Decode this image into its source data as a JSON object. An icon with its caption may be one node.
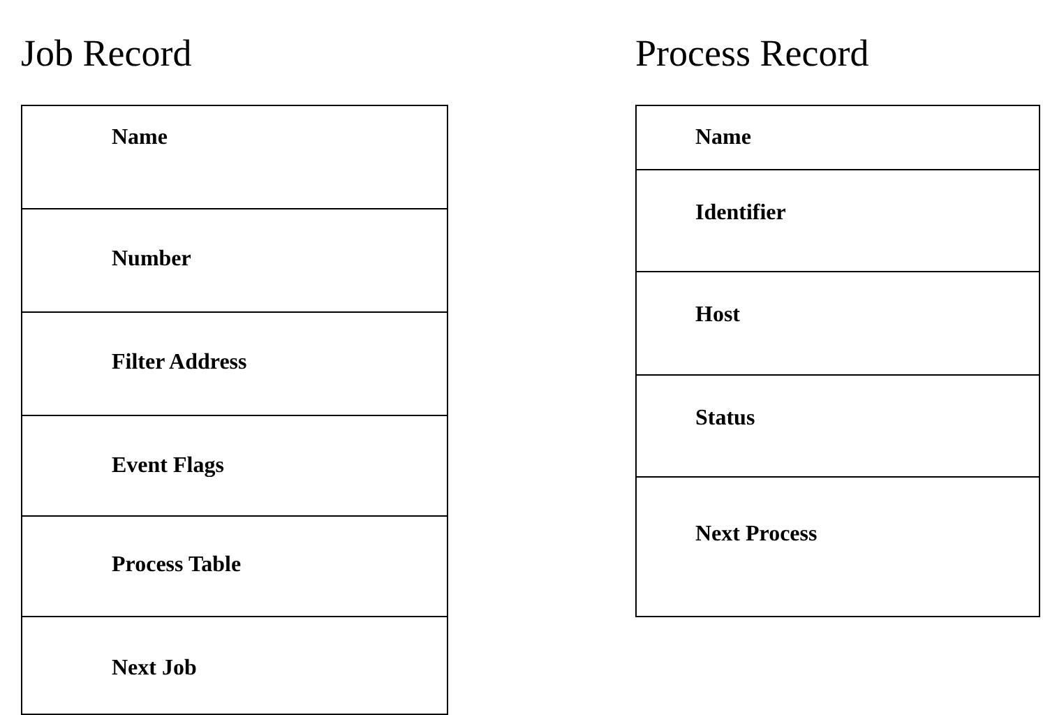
{
  "diagram": {
    "nodes": [
      {
        "text": [
          "Job Record"
        ]
      },
      {
        "text": [
          "Name"
        ],
        "in": 0
      },
      {
        "text": [
          "Number"
        ],
        "in": 0
      },
      {
        "text": [
          "Filter Address"
        ],
        "in": 0
      },
      {
        "text": [
          "Event Flags"
        ],
        "in": 0
      },
      {
        "text": [
          "Process Table"
        ],
        "in": 0
      },
      {
        "text": [
          "Next Job"
        ],
        "in": 0
      },
      {
        "text": [
          "Process Record"
        ]
      },
      {
        "text": [
          "Name"
        ],
        "in": 7
      },
      {
        "text": [
          "Identifier"
        ],
        "in": 7
      },
      {
        "text": [
          "Host"
        ],
        "in": 7
      },
      {
        "text": [
          "Status"
        ],
        "in": 7
      },
      {
        "text": [
          "Next Process"
        ],
        "in": 7
      }
    ]
  }
}
